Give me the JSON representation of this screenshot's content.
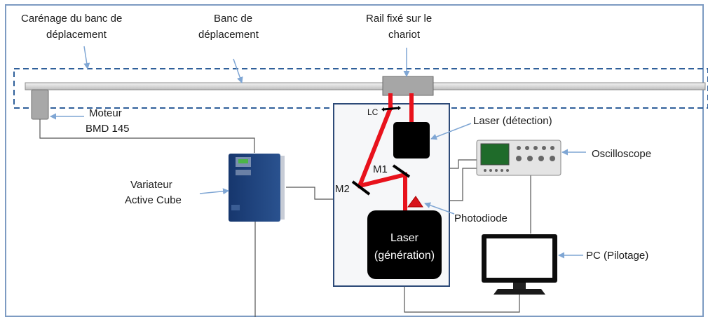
{
  "labels": {
    "carenage_l1": "Carénage du banc de",
    "carenage_l2": "déplacement",
    "banc_l1": "Banc de",
    "banc_l2": "déplacement",
    "rail_l1": "Rail fixé sur le",
    "rail_l2": "chariot",
    "moteur_l1": "Moteur",
    "moteur_l2": "BMD 145",
    "variateur_l1": "Variateur",
    "variateur_l2": "Active Cube",
    "lc": "LC",
    "m1": "M1",
    "m2": "M2",
    "laser_detection": "Laser (détection)",
    "oscilloscope": "Oscilloscope",
    "photodiode": "Photodiode",
    "laser_gen_l1": "Laser",
    "laser_gen_l2": "(génération)",
    "pc": "PC (Pilotage)"
  },
  "colors": {
    "frame": "#7d9bc2",
    "enclosure_dash": "#2f5f9a",
    "beam": "#e8121c",
    "device_blue": "#1f3f7a",
    "arrow": "#7fa6d4"
  }
}
